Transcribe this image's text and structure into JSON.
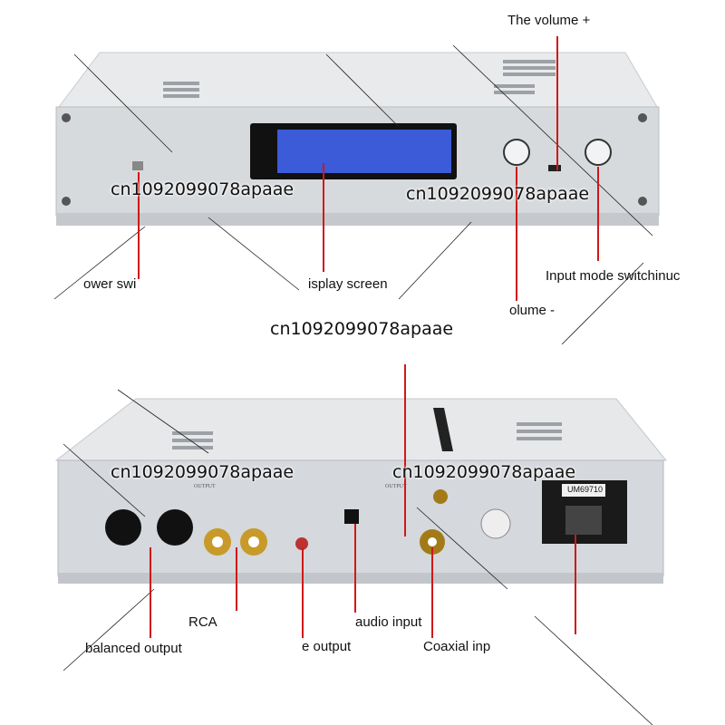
{
  "watermark": "cn1092099078apaae",
  "front_labels": {
    "volume_plus": "The volume +",
    "power_switch": "ower swi",
    "display_screen": "isplay screen",
    "input_mode": "Input mode switchinuc",
    "volume_minus": "olume -"
  },
  "rear_labels": {
    "rca": "RCA",
    "digital_input": "audio input",
    "balanced": "balanced output",
    "headphone": "e output",
    "coaxial": "Coaxial inp"
  },
  "rear_panel_text": {
    "output_left": "OUTPUT",
    "output_right": "OUTPUT",
    "fuse_sticker": "UM69710"
  },
  "colors": {
    "chassis": "#d9dcdf",
    "leader": "#d01818",
    "display": "#3b5bd8"
  }
}
